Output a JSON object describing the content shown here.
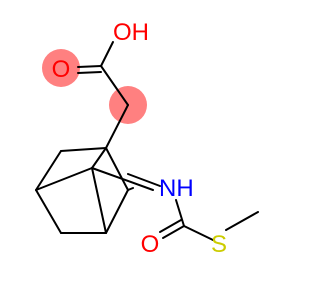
{
  "molecule": {
    "atoms": {
      "hydroxyl": {
        "label": "OH",
        "color": "#ff0000"
      },
      "carbonyl_oxygen_acid": {
        "label": "O",
        "color": "#ff0000"
      },
      "amine_nitrogen": {
        "label": "NH",
        "color": "#0000ff"
      },
      "carbonyl_oxygen_thio": {
        "label": "O",
        "color": "#ff0000"
      },
      "sulfur": {
        "label": "S",
        "color": "#cccc00"
      }
    },
    "highlight_color": "#ff8080",
    "bond_color": "#000000",
    "background": "#ffffff"
  }
}
